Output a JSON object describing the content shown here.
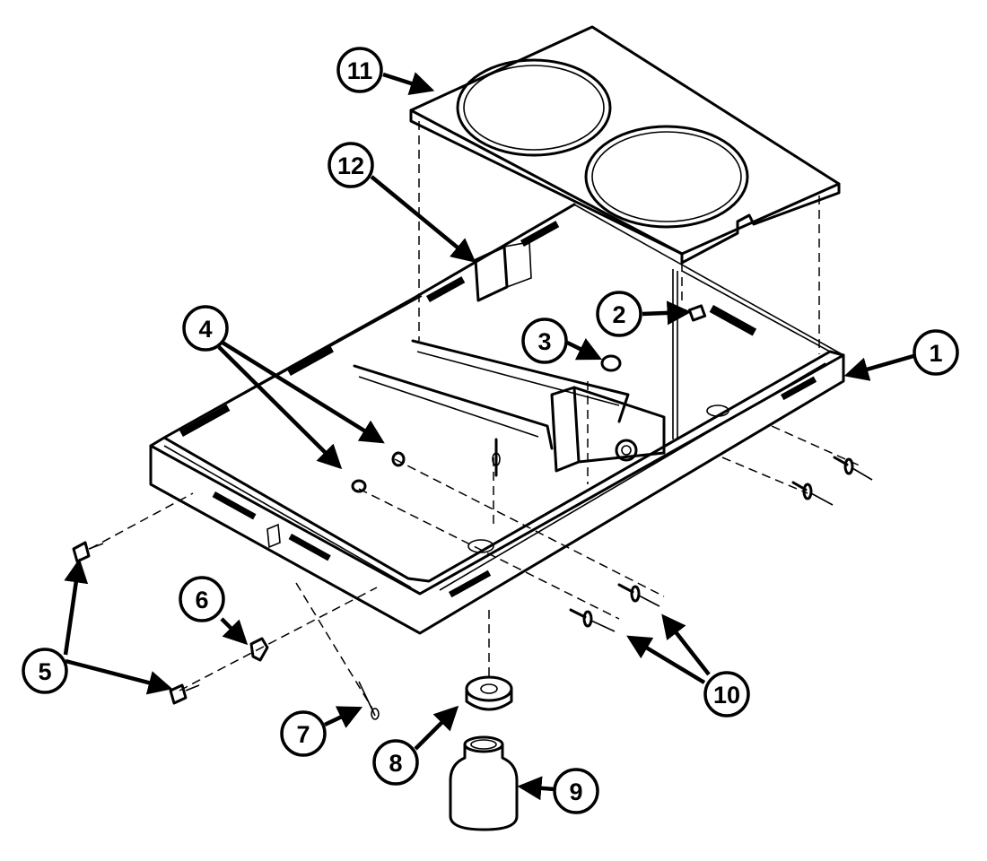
{
  "callouts": [
    {
      "id": "c1",
      "label": "1"
    },
    {
      "id": "c2",
      "label": "2"
    },
    {
      "id": "c3",
      "label": "3"
    },
    {
      "id": "c4",
      "label": "4"
    },
    {
      "id": "c5",
      "label": "5"
    },
    {
      "id": "c6",
      "label": "6"
    },
    {
      "id": "c7",
      "label": "7"
    },
    {
      "id": "c8",
      "label": "8"
    },
    {
      "id": "c9",
      "label": "9"
    },
    {
      "id": "c10",
      "label": "10"
    },
    {
      "id": "c11",
      "label": "11"
    },
    {
      "id": "c12",
      "label": "12"
    }
  ],
  "colors": {
    "line": "#000000",
    "background": "#ffffff"
  }
}
